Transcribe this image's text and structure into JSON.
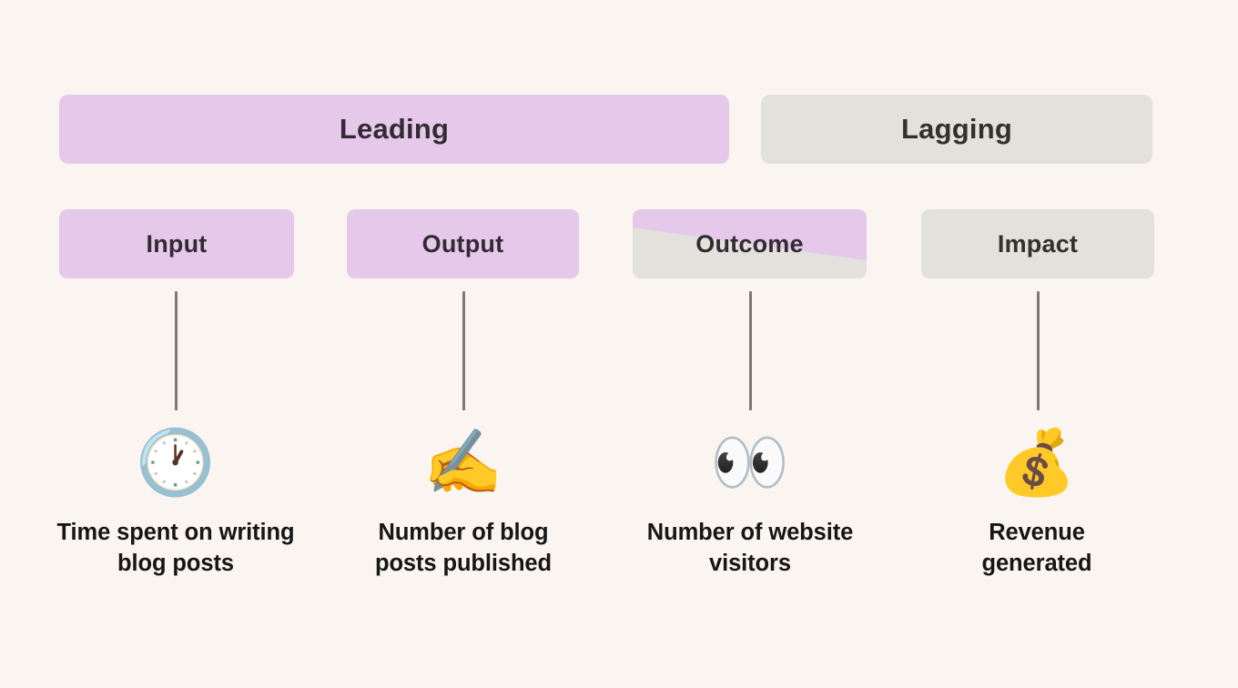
{
  "colors": {
    "background": "#faf5f0",
    "leading_purple": "#e5c8ea",
    "lagging_gray": "#e3e1dc",
    "connector_line": "#7e7873",
    "band_text": "#332b33",
    "caption_text": "#161616"
  },
  "bands": [
    {
      "id": "leading",
      "label": "Leading",
      "color": "#e5c8ea"
    },
    {
      "id": "lagging",
      "label": "Lagging",
      "color": "#e3e1dc"
    }
  ],
  "stages": [
    {
      "id": "input",
      "label": "Input",
      "fill": "purple"
    },
    {
      "id": "output",
      "label": "Output",
      "fill": "purple"
    },
    {
      "id": "outcome",
      "label": "Outcome",
      "fill": "split"
    },
    {
      "id": "impact",
      "label": "Impact",
      "fill": "gray"
    }
  ],
  "leaves": [
    {
      "id": "input-metric",
      "emoji": "🕐",
      "emoji_name": "clock-icon",
      "caption": "Time spent on writing blog posts"
    },
    {
      "id": "output-metric",
      "emoji": "✍️",
      "emoji_name": "writing-hand-icon",
      "caption": "Number of blog posts published"
    },
    {
      "id": "outcome-metric",
      "emoji": "👀",
      "emoji_name": "eyes-icon",
      "caption": "Number of website visitors"
    },
    {
      "id": "impact-metric",
      "emoji": "💰",
      "emoji_name": "money-bag-icon",
      "caption": "Revenue generated"
    }
  ]
}
